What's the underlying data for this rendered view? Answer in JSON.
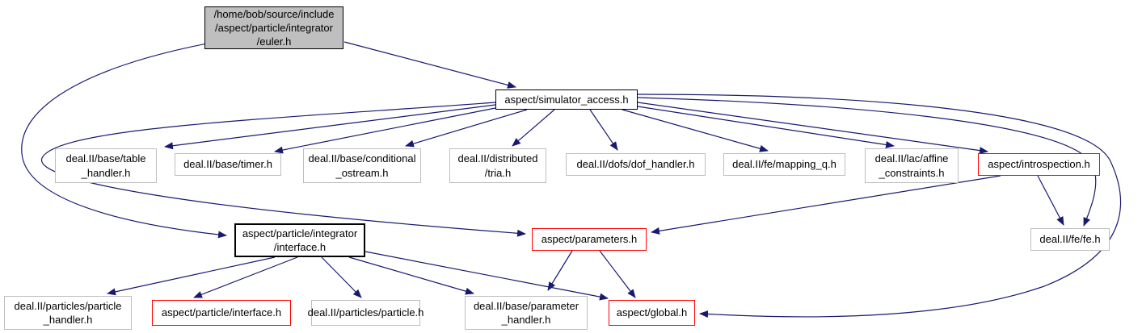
{
  "diagram": {
    "kind": "include-dependency-graph",
    "root_file": "/home/bob/source/include/aspect/particle/integrator/euler.h"
  },
  "colors": {
    "edge": "#191970",
    "root_fill": "#bfbfbf",
    "truncated_border": "#ff0000",
    "external_border": "#bebebe",
    "linked_border": "#000000",
    "background": "#ffffff",
    "text": "#000000"
  },
  "nodes": {
    "euler": {
      "label": "/home/bob/source/include\n/aspect/particle/integrator\n/euler.h"
    },
    "simulator_access": {
      "label": "aspect/simulator_access.h"
    },
    "table_handler": {
      "label": "deal.II/base/table\n_handler.h"
    },
    "timer": {
      "label": "deal.II/base/timer.h"
    },
    "conditional_ostream": {
      "label": "deal.II/base/conditional\n_ostream.h"
    },
    "tria": {
      "label": "deal.II/distributed\n/tria.h"
    },
    "dof_handler": {
      "label": "deal.II/dofs/dof_handler.h"
    },
    "mapping_q": {
      "label": "deal.II/fe/mapping_q.h"
    },
    "affine_constraints": {
      "label": "deal.II/lac/affine\n_constraints.h"
    },
    "introspection": {
      "label": "aspect/introspection.h"
    },
    "integrator_interface": {
      "label": "aspect/particle/integrator\n/interface.h"
    },
    "parameters": {
      "label": "aspect/parameters.h"
    },
    "fe": {
      "label": "deal.II/fe/fe.h"
    },
    "particle_handler": {
      "label": "deal.II/particles/particle\n_handler.h"
    },
    "particle_interface": {
      "label": "aspect/particle/interface.h"
    },
    "particle": {
      "label": "deal.II/particles/particle.h"
    },
    "parameter_handler": {
      "label": "deal.II/base/parameter\n_handler.h"
    },
    "global": {
      "label": "aspect/global.h"
    }
  },
  "edges": [
    {
      "from": "euler",
      "to": "simulator_access"
    },
    {
      "from": "euler",
      "to": "integrator_interface"
    },
    {
      "from": "simulator_access",
      "to": "table_handler"
    },
    {
      "from": "simulator_access",
      "to": "timer"
    },
    {
      "from": "simulator_access",
      "to": "conditional_ostream"
    },
    {
      "from": "simulator_access",
      "to": "tria"
    },
    {
      "from": "simulator_access",
      "to": "dof_handler"
    },
    {
      "from": "simulator_access",
      "to": "mapping_q"
    },
    {
      "from": "simulator_access",
      "to": "affine_constraints"
    },
    {
      "from": "simulator_access",
      "to": "introspection"
    },
    {
      "from": "simulator_access",
      "to": "parameters"
    },
    {
      "from": "simulator_access",
      "to": "fe"
    },
    {
      "from": "simulator_access",
      "to": "global"
    },
    {
      "from": "introspection",
      "to": "parameters"
    },
    {
      "from": "introspection",
      "to": "fe"
    },
    {
      "from": "integrator_interface",
      "to": "particle_handler"
    },
    {
      "from": "integrator_interface",
      "to": "particle_interface"
    },
    {
      "from": "integrator_interface",
      "to": "particle"
    },
    {
      "from": "integrator_interface",
      "to": "parameter_handler"
    },
    {
      "from": "integrator_interface",
      "to": "global"
    },
    {
      "from": "parameters",
      "to": "parameter_handler"
    },
    {
      "from": "parameters",
      "to": "global"
    }
  ]
}
